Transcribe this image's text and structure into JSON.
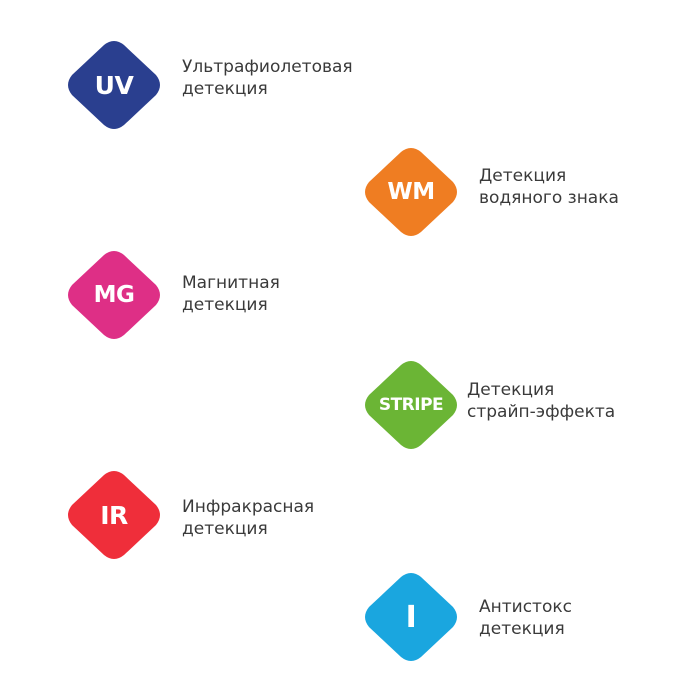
{
  "features": [
    {
      "code": "UV",
      "color": "#2a3f8f",
      "line1": "Ультрафиолетовая",
      "line2": "детекция"
    },
    {
      "code": "WM",
      "color": "#ef7d22",
      "line1": "Детекция",
      "line2": "водяного знака"
    },
    {
      "code": "MG",
      "color": "#de2f86",
      "line1": "Магнитная",
      "line2": "детекция"
    },
    {
      "code": "STRIPE",
      "color": "#6bb535",
      "line1": "Детекция",
      "line2": "страйп-эффекта"
    },
    {
      "code": "IR",
      "color": "#ef2e3a",
      "line1": "Инфракрасная",
      "line2": "детекция"
    },
    {
      "code": "I",
      "color": "#1aa6df",
      "line1": "Антистокс",
      "line2": "детекция"
    }
  ]
}
